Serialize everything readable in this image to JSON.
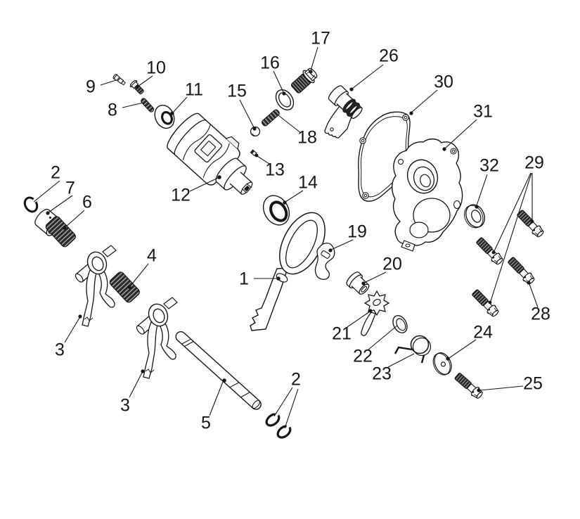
{
  "diagram": {
    "kind": "exploded-parts-diagram",
    "background": "#ffffff",
    "line_color": "#161616",
    "dark_fill": "#2b2b2b"
  },
  "callouts": [
    {
      "label": "9"
    },
    {
      "label": "10"
    },
    {
      "label": "8"
    },
    {
      "label": "11"
    },
    {
      "label": "15"
    },
    {
      "label": "16"
    },
    {
      "label": "17"
    },
    {
      "label": "18"
    },
    {
      "label": "13"
    },
    {
      "label": "26"
    },
    {
      "label": "30"
    },
    {
      "label": "31"
    },
    {
      "label": "32"
    },
    {
      "label": "29"
    },
    {
      "label": "2"
    },
    {
      "label": "7"
    },
    {
      "label": "6"
    },
    {
      "label": "12"
    },
    {
      "label": "14"
    },
    {
      "label": "4"
    },
    {
      "label": "1"
    },
    {
      "label": "19"
    },
    {
      "label": "20"
    },
    {
      "label": "21"
    },
    {
      "label": "22"
    },
    {
      "label": "23"
    },
    {
      "label": "24"
    },
    {
      "label": "28"
    },
    {
      "label": "25"
    },
    {
      "label": "3"
    },
    {
      "label": "3"
    },
    {
      "label": "5"
    },
    {
      "label": "2"
    }
  ]
}
